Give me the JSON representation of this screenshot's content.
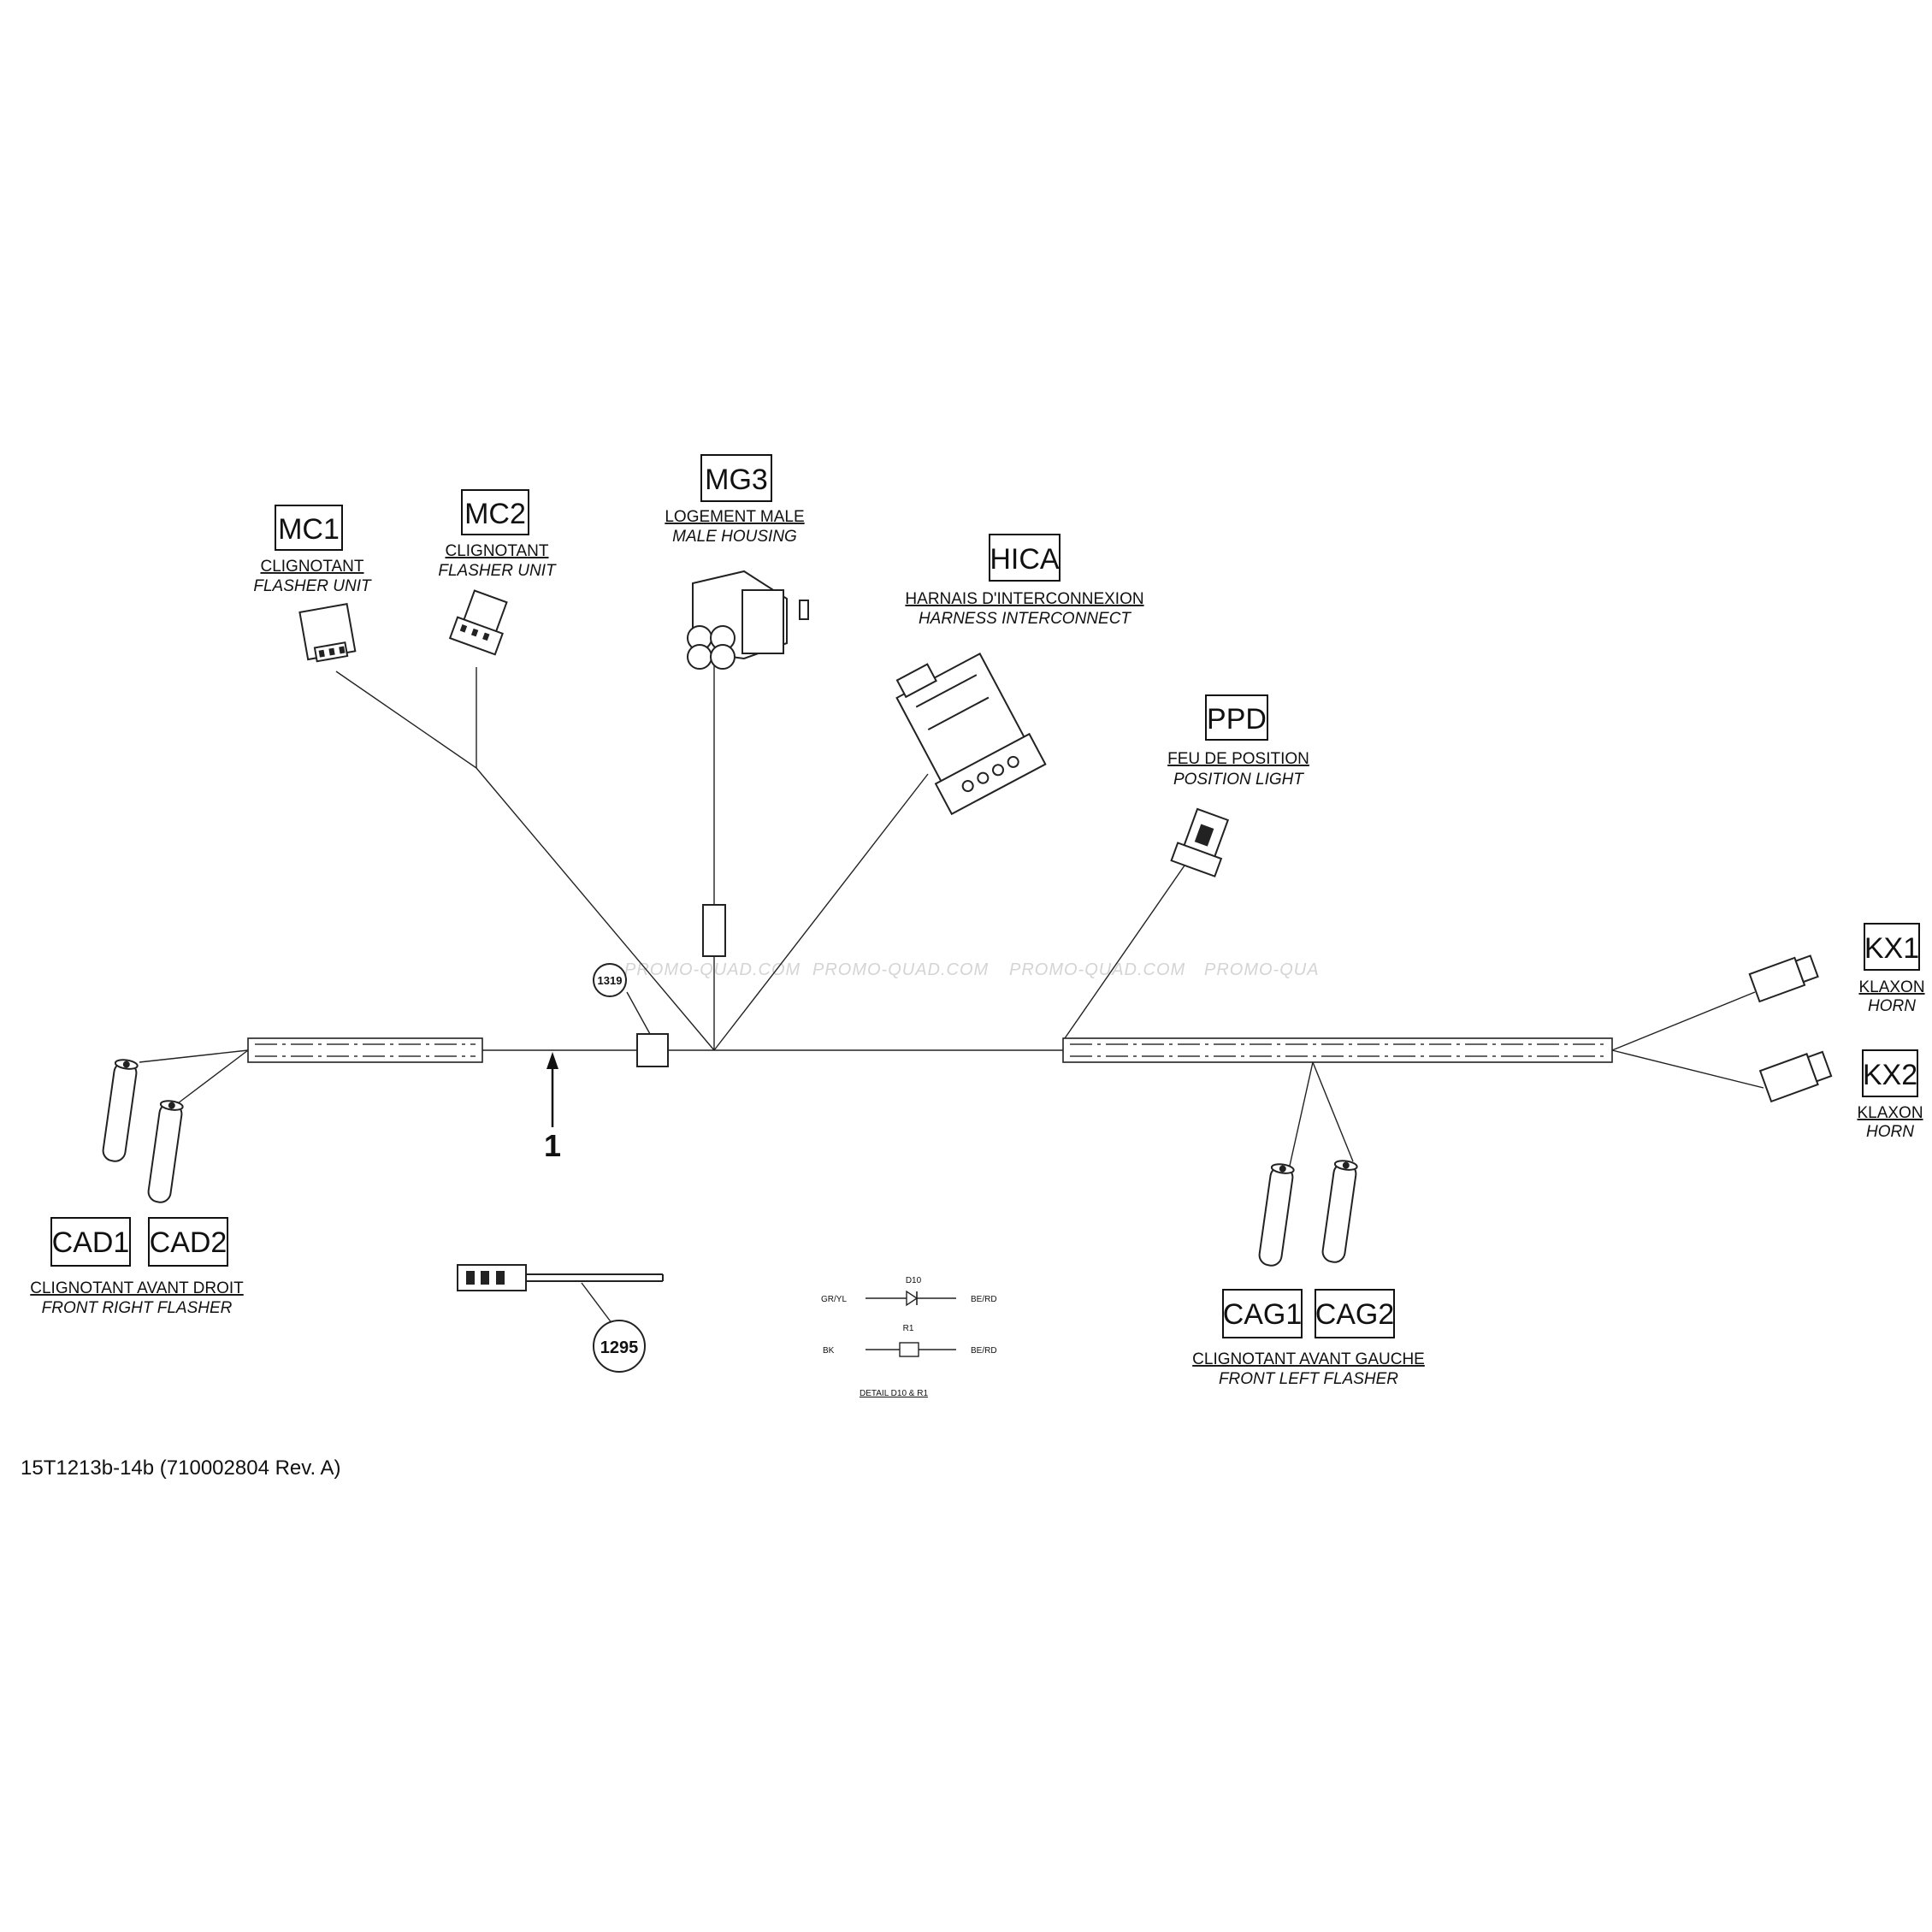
{
  "labels": {
    "mc1": {
      "code": "MC1",
      "fr": "CLIGNOTANT",
      "en": "FLASHER UNIT"
    },
    "mc2": {
      "code": "MC2",
      "fr": "CLIGNOTANT",
      "en": "FLASHER UNIT"
    },
    "mg3": {
      "code": "MG3",
      "fr": "LOGEMENT MALE",
      "en": "MALE HOUSING"
    },
    "hica": {
      "code": "HICA",
      "fr": "HARNAIS D'INTERCONNEXION",
      "en": "HARNESS INTERCONNECT"
    },
    "ppd": {
      "code": "PPD",
      "fr": "FEU DE POSITION",
      "en": "POSITION LIGHT"
    },
    "kx1": {
      "code": "KX1",
      "fr": "KLAXON",
      "en": "HORN"
    },
    "kx2": {
      "code": "KX2",
      "fr": "KLAXON",
      "en": "HORN"
    },
    "cad1": {
      "code": "CAD1"
    },
    "cad2": {
      "code": "CAD2"
    },
    "cad": {
      "fr": "CLIGNOTANT AVANT DROIT",
      "en": "FRONT RIGHT FLASHER"
    },
    "cag1": {
      "code": "CAG1"
    },
    "cag2": {
      "code": "CAG2"
    },
    "cag": {
      "fr": "CLIGNOTANT AVANT GAUCHE",
      "en": "FRONT LEFT FLASHER"
    }
  },
  "callouts": {
    "item_1": "1",
    "ref_1319": "1319",
    "ref_1295": "1295"
  },
  "detail": {
    "d10_label": "D10",
    "r1_label": "R1",
    "left_top": "GR/YL",
    "right_top": "BE/RD",
    "left_bottom": "BK",
    "right_bottom": "BE/RD",
    "title": "DETAIL D10 & R1"
  },
  "watermark": [
    "PROMO-QUAD.COM",
    "PROMO-QUAD.COM",
    "PROMO-QUAD.COM",
    "PROMO-QUA"
  ],
  "footer": {
    "drawing_number": "15T1213b-14b (710002804 Rev. A)"
  }
}
